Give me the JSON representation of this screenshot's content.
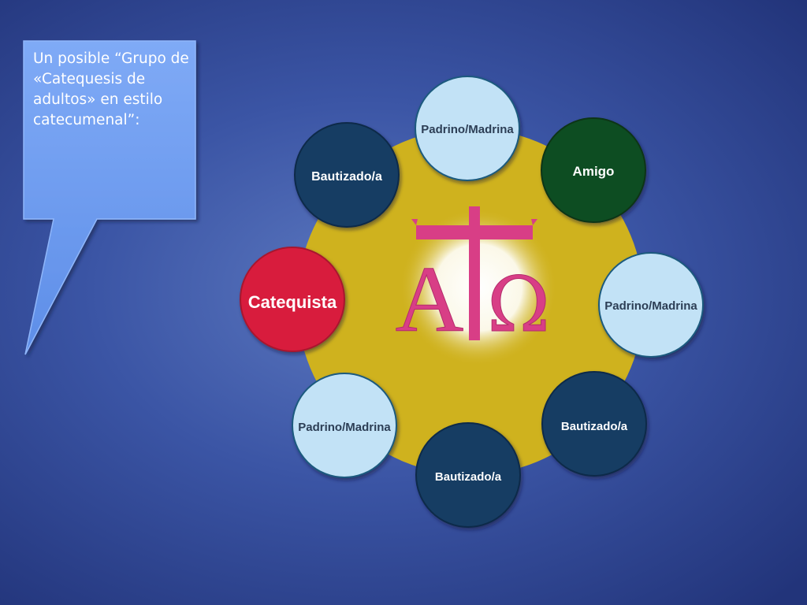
{
  "callout": {
    "text": "Un posible “Grupo de «Catequesis de adultos» en estilo catecumenal”:"
  },
  "diagram": {
    "center_logo": "alpha-omega-cross-logo",
    "nodes": [
      {
        "id": "top",
        "label": "Padrino/Madrina",
        "style": "light"
      },
      {
        "id": "upper-left",
        "label": "Bautizado/a",
        "style": "dark"
      },
      {
        "id": "upper-right",
        "label": "Amigo",
        "style": "green"
      },
      {
        "id": "left",
        "label": "Catequista",
        "style": "red"
      },
      {
        "id": "right",
        "label": "Padrino/Madrina",
        "style": "light"
      },
      {
        "id": "lower-left",
        "label": "Padrino/Madrina",
        "style": "light"
      },
      {
        "id": "lower-right",
        "label": "Bautizado/a",
        "style": "dark"
      },
      {
        "id": "bottom",
        "label": "Bautizado/a",
        "style": "dark"
      }
    ]
  },
  "colors": {
    "background": "#3b55a5",
    "callout_fill": "#6f9df2",
    "ring": "#cfb21e",
    "light_node": "#c2e2f6",
    "dark_node": "#143c64",
    "green_node": "#0f4d23",
    "red_node": "#d81e3c",
    "logo_pink": "#d83e86"
  }
}
